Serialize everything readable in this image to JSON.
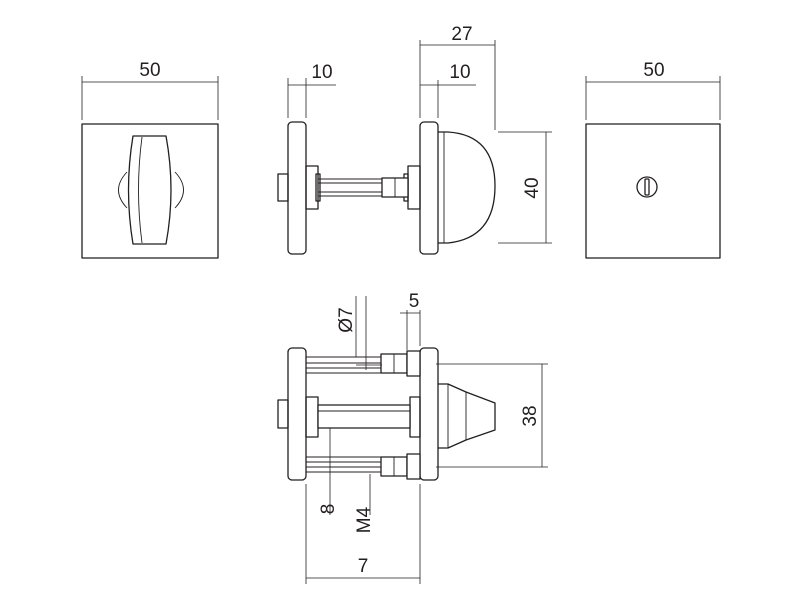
{
  "dimensions": {
    "rose_width_left": "50",
    "rose_thickness_left": "10",
    "knob_depth": "27",
    "rose_thickness_right": "10",
    "rose_width_right": "50",
    "knob_height": "40",
    "spindle_diameter": "Ø7",
    "spindle_length": "5",
    "release_height": "38",
    "spindle_size": "8",
    "screw_thread": "M4",
    "door_thickness": "7"
  }
}
